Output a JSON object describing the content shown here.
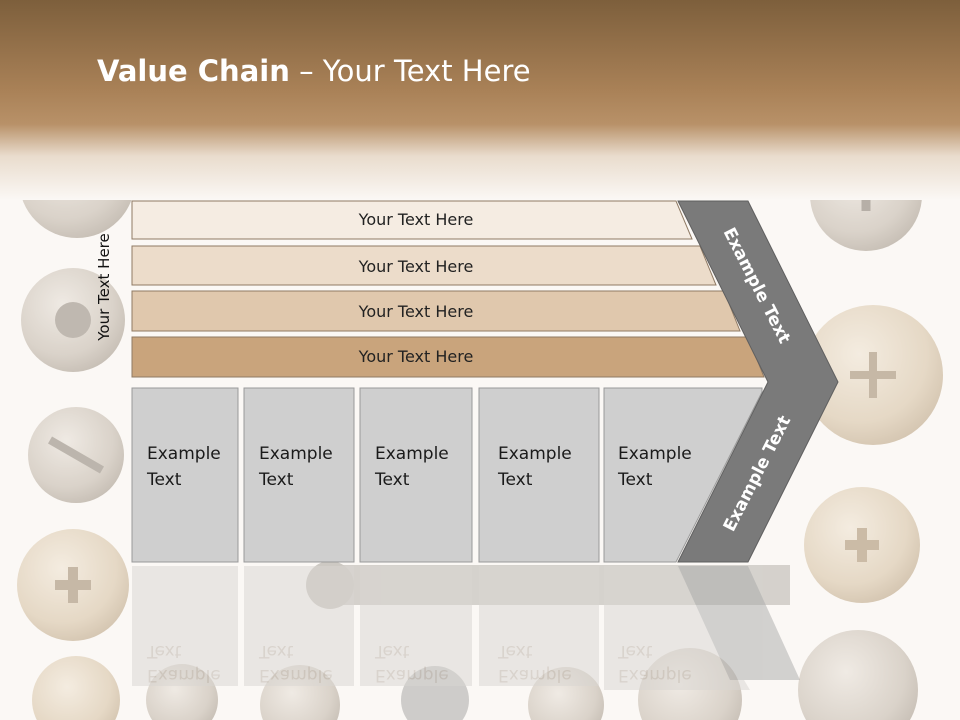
{
  "slide": {
    "title_bold": "Value Chain",
    "title_rest": " – Your Text Here",
    "side_label": "Your Text Here"
  },
  "bars": [
    {
      "label": "Your Text Here",
      "color": "#f5ece2"
    },
    {
      "label": "Your Text Here",
      "color": "#ecdcca"
    },
    {
      "label": "Your Text Here",
      "color": "#e0c8ad"
    },
    {
      "label": "Your Text Here",
      "color": "#c9a47c"
    }
  ],
  "boxes": [
    {
      "line1": "Example",
      "line2": "Text"
    },
    {
      "line1": "Example",
      "line2": "Text"
    },
    {
      "line1": "Example",
      "line2": "Text"
    },
    {
      "line1": "Example",
      "line2": "Text"
    },
    {
      "line1": "Example",
      "line2": "Text"
    }
  ],
  "chevron": {
    "upper_label": "Example Text",
    "lower_label": "Example Text",
    "color": "#7a7a7a"
  },
  "colors": {
    "header_top": "#7d5f3c",
    "header_mid": "#b38d62",
    "box_fill": "#cfcfcf"
  }
}
